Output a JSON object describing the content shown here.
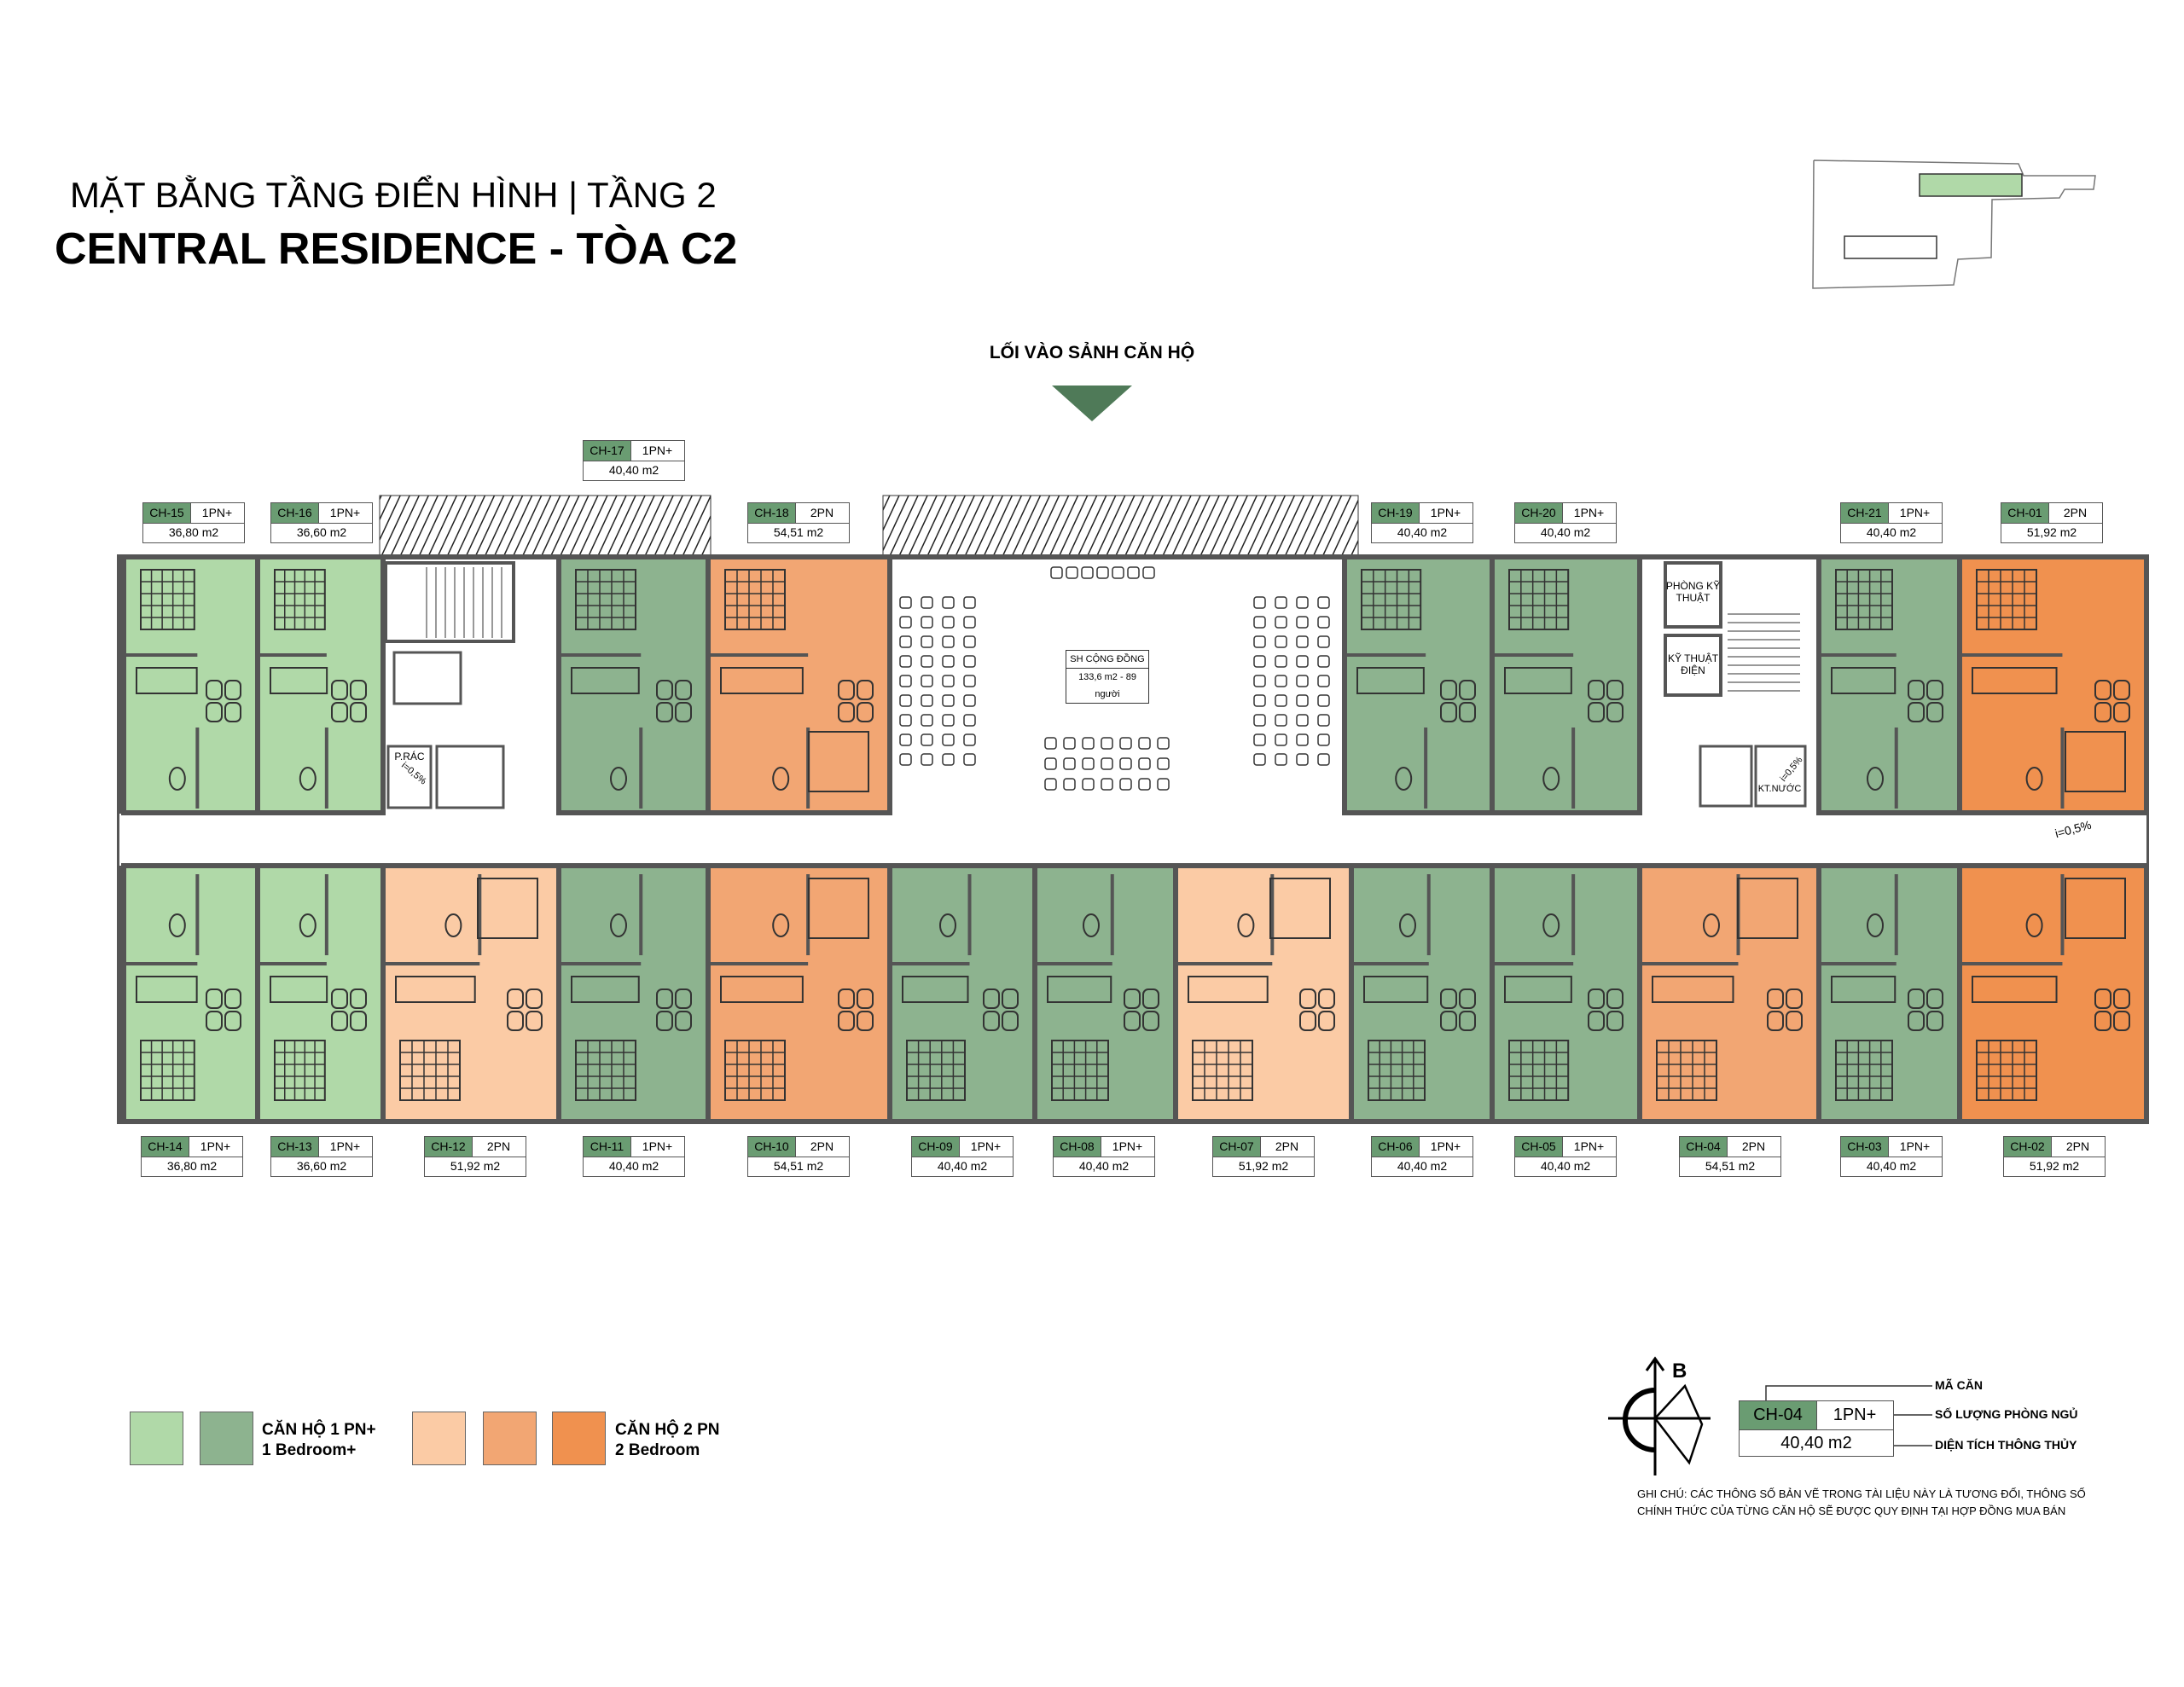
{
  "header": {
    "title_line1": "MẶT BẰNG TẦNG ĐIỂN HÌNH | TẦNG 2",
    "title_line2": "CENTRAL RESIDENCE - TÒA C2"
  },
  "entrance": {
    "label": "LỐI VÀO SẢNH CĂN HỘ"
  },
  "colors": {
    "green_light": "#b0d9a8",
    "green_mid": "#8db38f",
    "orange_light": "#fbcba5",
    "orange_mid": "#f2a673",
    "orange_dark": "#f0914f",
    "label_green": "#6a9c72",
    "wall": "#555555"
  },
  "units": [
    {
      "id": "CH-15",
      "type": "1PN+",
      "area": "36,80 m2",
      "color": "green_light"
    },
    {
      "id": "CH-16",
      "type": "1PN+",
      "area": "36,60 m2",
      "color": "green_light"
    },
    {
      "id": "CH-17",
      "type": "1PN+",
      "area": "40,40 m2",
      "color": "green_mid"
    },
    {
      "id": "CH-18",
      "type": "2PN",
      "area": "54,51 m2",
      "color": "orange_mid"
    },
    {
      "id": "CH-19",
      "type": "1PN+",
      "area": "40,40 m2",
      "color": "green_mid"
    },
    {
      "id": "CH-20",
      "type": "1PN+",
      "area": "40,40 m2",
      "color": "green_mid"
    },
    {
      "id": "CH-21",
      "type": "1PN+",
      "area": "40,40 m2",
      "color": "green_mid"
    },
    {
      "id": "CH-01",
      "type": "2PN",
      "area": "51,92 m2",
      "color": "orange_dark"
    },
    {
      "id": "CH-14",
      "type": "1PN+",
      "area": "36,80 m2",
      "color": "green_light"
    },
    {
      "id": "CH-13",
      "type": "1PN+",
      "area": "36,60 m2",
      "color": "green_light"
    },
    {
      "id": "CH-12",
      "type": "2PN",
      "area": "51,92 m2",
      "color": "orange_light"
    },
    {
      "id": "CH-11",
      "type": "1PN+",
      "area": "40,40 m2",
      "color": "green_mid"
    },
    {
      "id": "CH-10",
      "type": "2PN",
      "area": "54,51 m2",
      "color": "orange_mid"
    },
    {
      "id": "CH-09",
      "type": "1PN+",
      "area": "40,40 m2",
      "color": "green_mid"
    },
    {
      "id": "CH-08",
      "type": "1PN+",
      "area": "40,40 m2",
      "color": "green_mid"
    },
    {
      "id": "CH-07",
      "type": "2PN",
      "area": "51,92 m2",
      "color": "orange_light"
    },
    {
      "id": "CH-06",
      "type": "1PN+",
      "area": "40,40 m2",
      "color": "green_mid"
    },
    {
      "id": "CH-05",
      "type": "1PN+",
      "area": "40,40 m2",
      "color": "green_mid"
    },
    {
      "id": "CH-04",
      "type": "2PN",
      "area": "54,51 m2",
      "color": "orange_mid"
    },
    {
      "id": "CH-03",
      "type": "1PN+",
      "area": "40,40 m2",
      "color": "green_mid"
    },
    {
      "id": "CH-02",
      "type": "2PN",
      "area": "51,92 m2",
      "color": "orange_dark"
    }
  ],
  "community": {
    "name": "SH CỘNG ĐỒNG",
    "detail": "133,6 m2 - 89 người"
  },
  "core": {
    "tech_room": "PHÒNG KỸ THUẬT",
    "electric_room": "KỸ THUẬT ĐIỆN",
    "water": "KT.NƯỚC",
    "trash": "P.RÁC",
    "slope": "i=0,5%"
  },
  "legend": {
    "one_bed_vi": "CĂN HỘ 1 PN+",
    "one_bed_en": "1 Bedroom+",
    "two_bed_vi": "CĂN HỘ 2 PN",
    "two_bed_en": "2 Bedroom"
  },
  "key": {
    "compass": "B",
    "sample_id": "CH-04",
    "sample_type": "1PN+",
    "sample_area": "40,40 m2",
    "code_label": "MÃ CĂN",
    "bedrooms_label": "SỐ LƯỢNG PHÒNG NGỦ",
    "area_label": "DIỆN TÍCH THÔNG THỦY"
  },
  "note": {
    "line1": "GHI CHÚ: CÁC THÔNG SỐ BẢN VẼ TRONG TÀI LIỆU NÀY LÀ TƯƠNG ĐỐI, THÔNG SỐ",
    "line2": "CHÍNH THỨC CỦA TỪNG CĂN HỘ SẼ ĐƯỢC QUY ĐỊNH TẠI HỢP ĐỒNG MUA BÁN"
  }
}
